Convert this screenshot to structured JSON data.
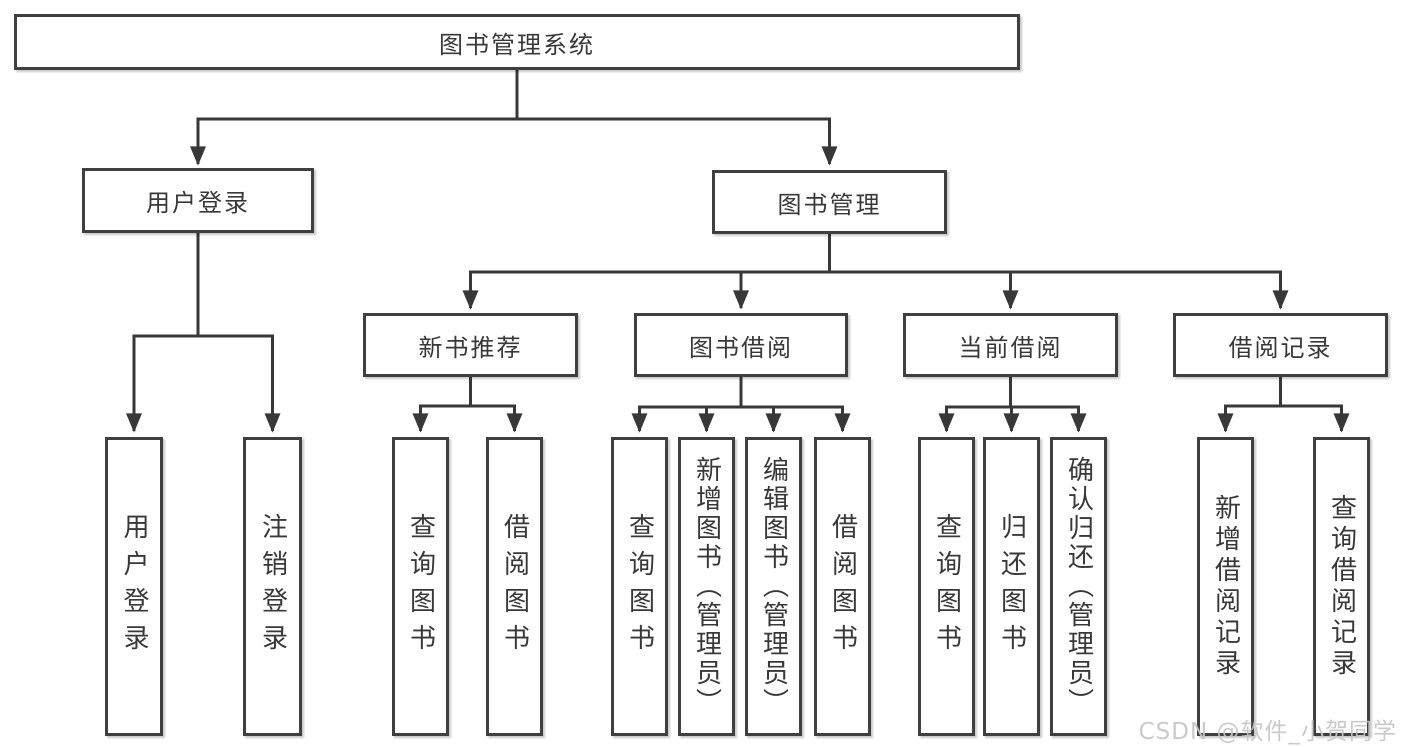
{
  "tree": {
    "label": "图书管理系统",
    "children": [
      {
        "label": "用户登录",
        "children": [
          {
            "label": "用户登录"
          },
          {
            "label": "注销登录"
          }
        ]
      },
      {
        "label": "图书管理",
        "children": [
          {
            "label": "新书推荐",
            "children": [
              {
                "label": "查询图书"
              },
              {
                "label": "借阅图书"
              }
            ]
          },
          {
            "label": "图书借阅",
            "children": [
              {
                "label": "查询图书"
              },
              {
                "label": "新增图书（管理员）"
              },
              {
                "label": "编辑图书（管理员）"
              },
              {
                "label": "借阅图书"
              }
            ]
          },
          {
            "label": "当前借阅",
            "children": [
              {
                "label": "查询图书"
              },
              {
                "label": "归还图书"
              },
              {
                "label": "确认归还（管理员）"
              }
            ]
          },
          {
            "label": "借阅记录",
            "children": [
              {
                "label": "新增借阅记录"
              },
              {
                "label": "查询借阅记录"
              }
            ]
          }
        ]
      }
    ]
  },
  "watermark": "CSDN @软件_小贺同学",
  "colors": {
    "line": "#383838",
    "box_border": "#3f3f3f",
    "text": "#383838",
    "watermark": "#c6c6c6",
    "background": "#ffffff"
  }
}
